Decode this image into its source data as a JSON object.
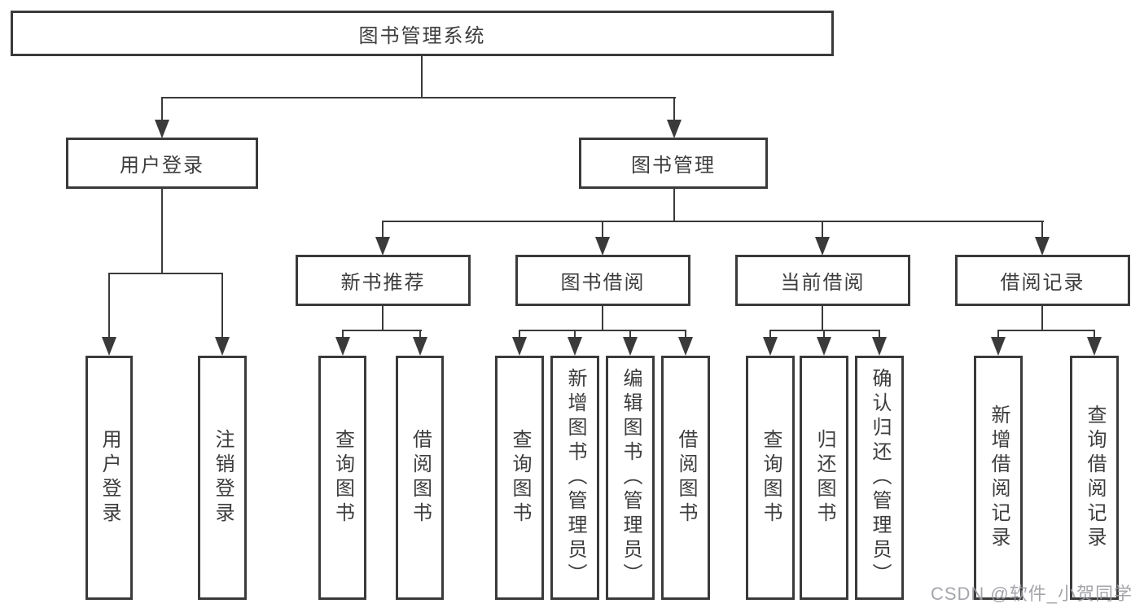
{
  "colors": {
    "line": "#3a3a3a",
    "box_border": "#3a3a3a",
    "text": "#3d3d3d",
    "watermark": "#9b9ca2",
    "background": "#ffffff"
  },
  "watermark": {
    "text": "CSDN @软件_小贺同学"
  },
  "tree": {
    "root": {
      "label": "图书管理系统",
      "children": [
        {
          "label": "用户登录",
          "children": [
            {
              "label": "用户登录"
            },
            {
              "label": "注销登录"
            }
          ]
        },
        {
          "label": "图书管理",
          "children": [
            {
              "label": "新书推荐",
              "children": [
                {
                  "label": "查询图书"
                },
                {
                  "label": "借阅图书"
                }
              ]
            },
            {
              "label": "图书借阅",
              "children": [
                {
                  "label": "查询图书"
                },
                {
                  "label": "新增图书（管理员）"
                },
                {
                  "label": "编辑图书（管理员）"
                },
                {
                  "label": "借阅图书"
                }
              ]
            },
            {
              "label": "当前借阅",
              "children": [
                {
                  "label": "查询图书"
                },
                {
                  "label": "归还图书"
                },
                {
                  "label": "确认归还（管理员）"
                }
              ]
            },
            {
              "label": "借阅记录",
              "children": [
                {
                  "label": "新增借阅记录"
                },
                {
                  "label": "查询借阅记录"
                }
              ]
            }
          ]
        }
      ]
    }
  }
}
